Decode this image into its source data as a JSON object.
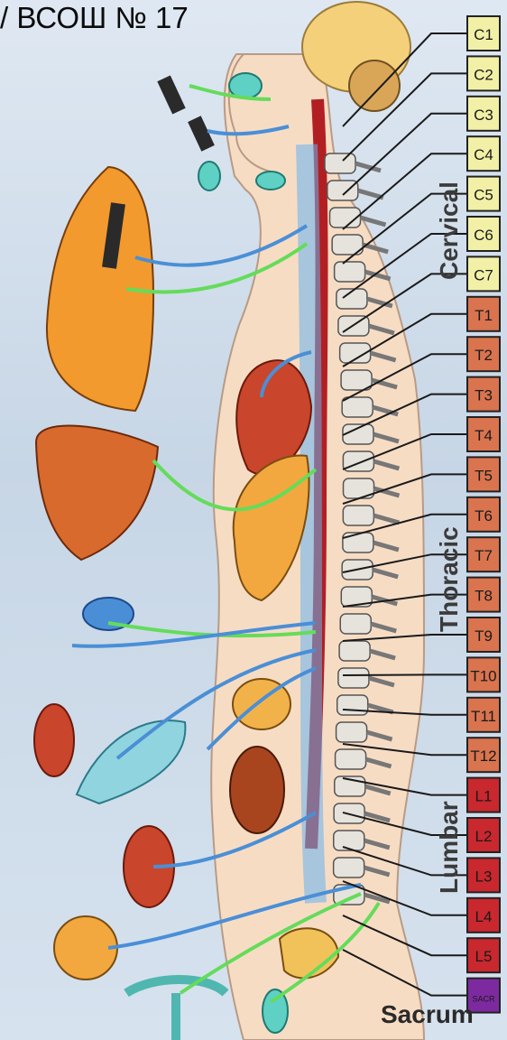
{
  "header": {
    "text": "/ ВСОШ № 17"
  },
  "segments": {
    "cervical": [
      "C1",
      "C2",
      "C3",
      "C4",
      "C5",
      "C6",
      "C7"
    ],
    "thoracic": [
      "T1",
      "T2",
      "T3",
      "T4",
      "T5",
      "T6",
      "T7",
      "T8",
      "T9",
      "T10",
      "T11",
      "T12"
    ],
    "lumbar": [
      "L1",
      "L2",
      "L3",
      "L4",
      "L5"
    ],
    "sacral": "SACR"
  },
  "region_labels": {
    "cervical": "Cervical",
    "thoracic": "Thoracic",
    "lumbar": "Lumbar",
    "sacrum": "Sacrum"
  },
  "colors": {
    "cervical": "#f2f0a6",
    "thoracic": "#d9744f",
    "lumbar": "#c8282e",
    "sacral": "#7d2aa0",
    "nerve_green": "#64dc5a",
    "nerve_blue": "#4a8fd6"
  }
}
